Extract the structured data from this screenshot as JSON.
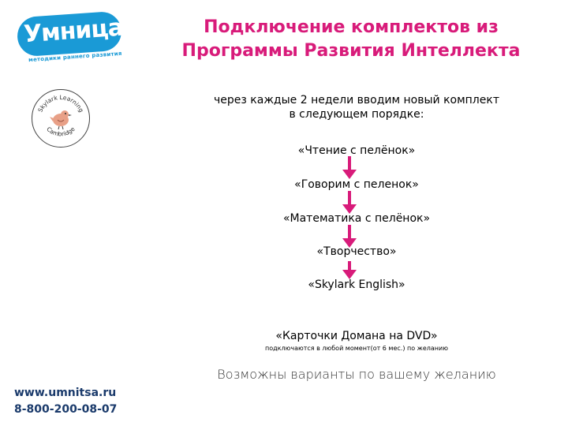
{
  "logo": {
    "word": "Умница",
    "subtitle": "методики раннего развития"
  },
  "badge": {
    "ring_text": "Skylark Learning · Cambridge"
  },
  "title": {
    "line1": "Подключение комплектов из",
    "line2": "Программы Развития Интеллекта"
  },
  "intro": {
    "line1": "через каждые 2 недели вводим новый комплект",
    "line2": "в следующем порядке:"
  },
  "steps": [
    "«Чтение с пелёнок»",
    "«Говорим с пеленок»",
    "«Математика с пелёнок»",
    "«Творчество»",
    "«Skylark English»",
    "«Карточки Домана на DVD»"
  ],
  "note": "подключаются в любой момент(от 6 мес.) по желанию",
  "variants": "Возможны варианты по вашему желанию",
  "contact": {
    "site": "www.umnitsa.ru",
    "phone": "8-800-200-08-07"
  },
  "colors": {
    "accent": "#d81b7a",
    "brand_blue": "#1a9ad6",
    "contact": "#1a3a6b"
  }
}
